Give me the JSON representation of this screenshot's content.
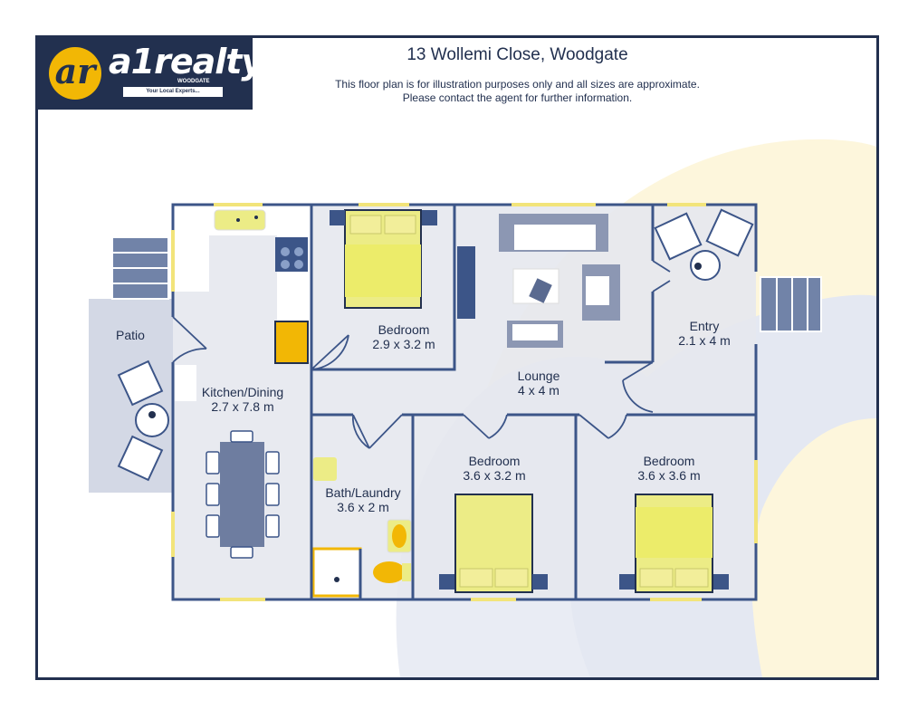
{
  "logo": {
    "brand": "a1realty",
    "mark": "ar",
    "sub": "WOODGATE",
    "tagline": "Your Local Experts..."
  },
  "header": {
    "title": "13 Wollemi Close, Woodgate",
    "disclaimer_line1": "This floor plan is for illustration purposes only and all sizes are approximate.",
    "disclaimer_line2": "Please contact the agent for further information."
  },
  "rooms": {
    "patio": {
      "name": "Patio"
    },
    "kitchen": {
      "name": "Kitchen/Dining",
      "size": "2.7 x 7.8 m"
    },
    "bedroom1": {
      "name": "Bedroom",
      "size": "2.9 x 3.2 m"
    },
    "lounge": {
      "name": "Lounge",
      "size": "4 x 4 m"
    },
    "entry": {
      "name": "Entry",
      "size": "2.1 x 4 m"
    },
    "bath": {
      "name": "Bath/Laundry",
      "size": "3.6 x 2 m"
    },
    "bedroom2": {
      "name": "Bedroom",
      "size": "3.6 x 3.2 m"
    },
    "bedroom3": {
      "name": "Bedroom",
      "size": "3.6 x 3.6 m"
    }
  },
  "colors": {
    "navy": "#22304f",
    "wall": "#3c5588",
    "floor": "#e9eaee",
    "patio": "#d3d8e5",
    "yellow": "#f2b705",
    "bed": "#ecec86",
    "watermark_yellow": "#fdf6dc",
    "watermark_blue": "#e4e8f2"
  }
}
